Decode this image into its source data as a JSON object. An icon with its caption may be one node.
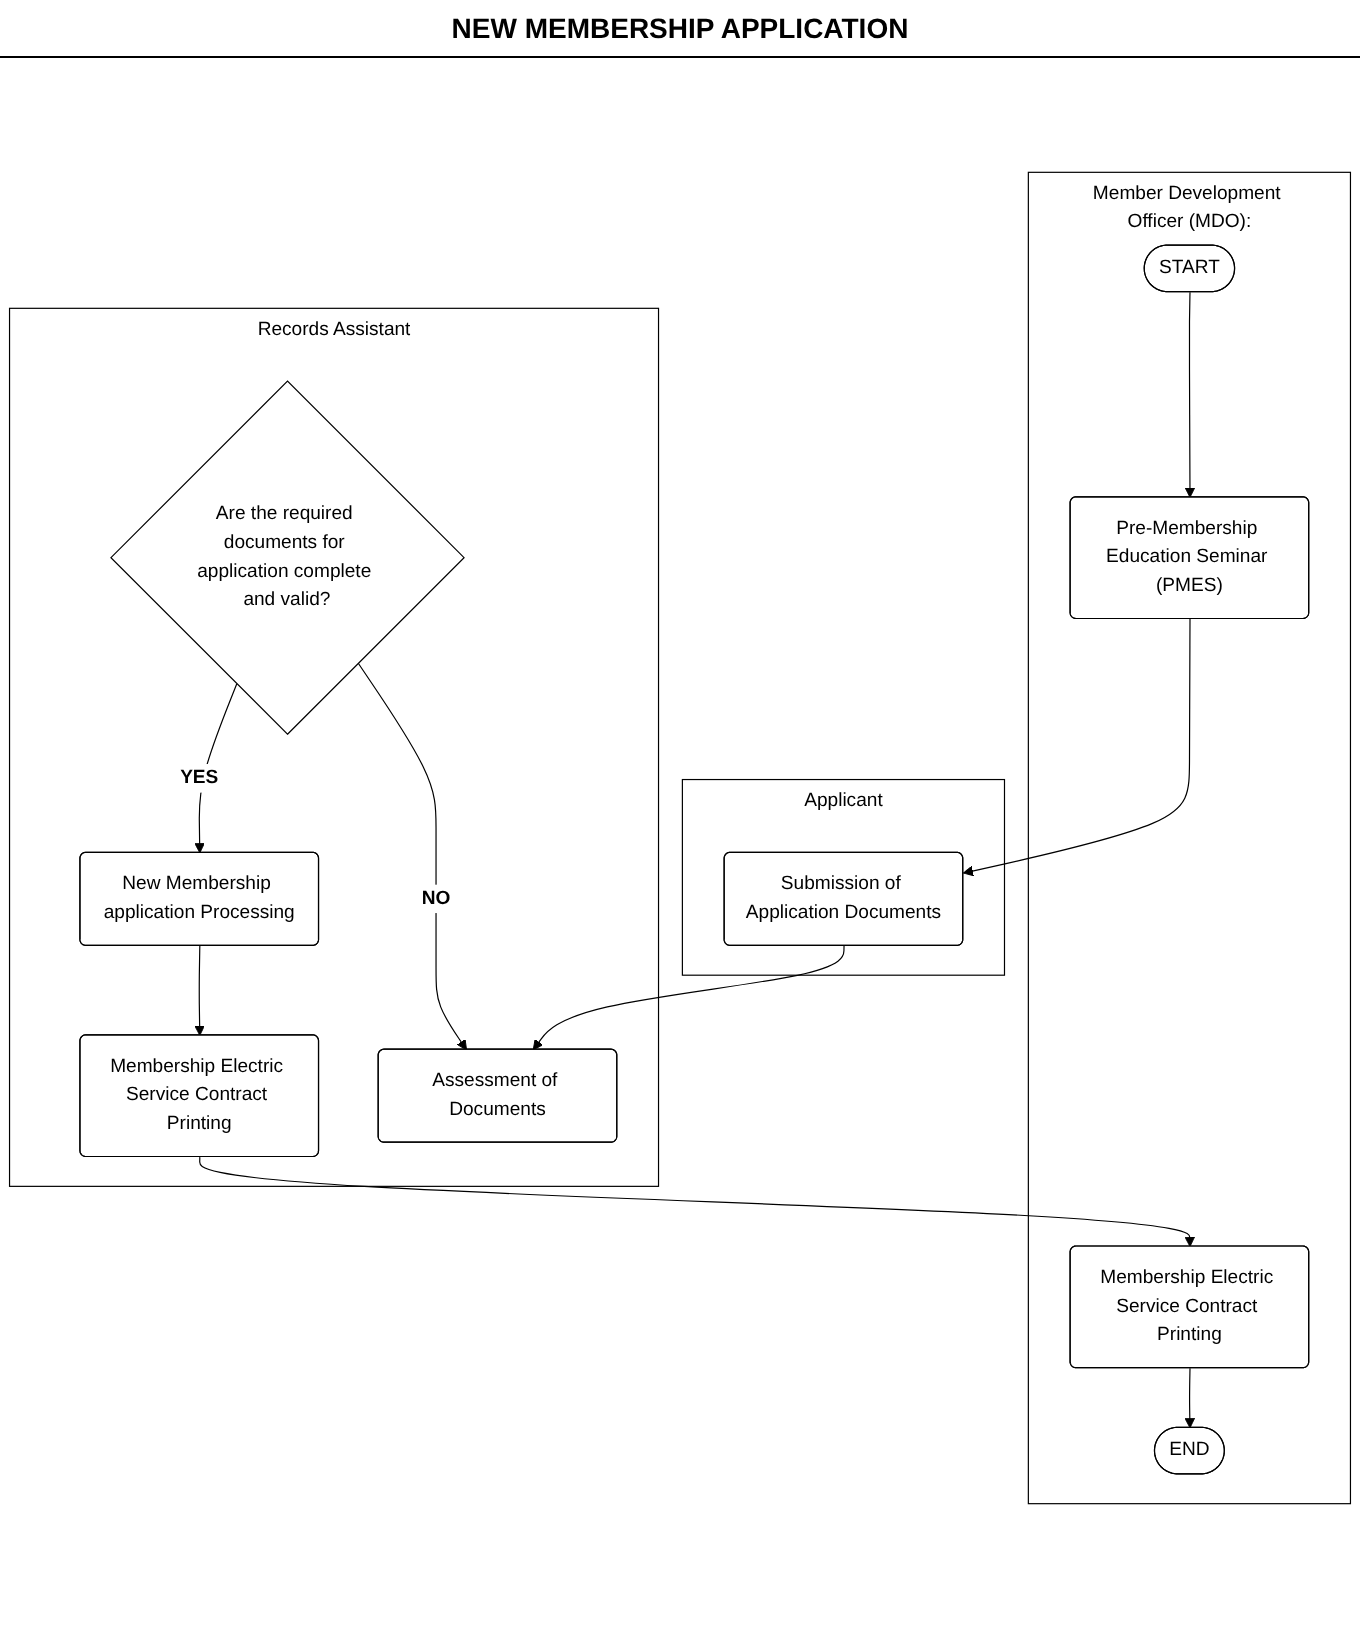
{
  "diagram": {
    "title": "NEW MEMBERSHIP APPLICATION",
    "nodes": [
      {
        "text": [
          "Member Development Officer (MDO):"
        ]
      },
      {
        "text": [
          "START"
        ],
        "in": 0
      },
      {
        "text": [
          "END"
        ],
        "in": 0
      },
      {
        "text": [
          "Pre-Membership Education Seminar (PMES)"
        ],
        "in": 0
      },
      {
        "text": [
          "Membership Electric Service Contract Printing"
        ],
        "in": 0
      },
      {
        "text": [
          "Applicant"
        ]
      },
      {
        "text": [
          "Submission of Application Documents"
        ],
        "in": 5
      },
      {
        "text": [
          "Records Assistant"
        ]
      },
      {
        "text": [
          "Assessment of Documents"
        ],
        "in": 7
      },
      {
        "text": [
          "Are the required documents for application complete and valid?"
        ],
        "in": 7
      },
      {
        "text": [
          "Membership Electric Service Contract Printing"
        ],
        "in": 7
      },
      {
        "text": [
          "New Membership application Processing"
        ],
        "in": 7
      }
    ],
    "edges": [
      {
        "from": 1,
        "to": 3,
        "arrow": "to"
      },
      {
        "from": 3,
        "to": 6,
        "arrow": "to"
      },
      {
        "from": 6,
        "to": 8,
        "arrow": "to"
      },
      {
        "from": 9,
        "to": 8,
        "arrow": "to",
        "label": "NO"
      },
      {
        "from": 9,
        "to": 11,
        "arrow": "to",
        "label": "YES"
      },
      {
        "from": 11,
        "to": 10,
        "arrow": "to"
      },
      {
        "from": 10,
        "to": 4,
        "arrow": "to"
      },
      {
        "from": 4,
        "to": 2,
        "arrow": "to"
      }
    ]
  }
}
